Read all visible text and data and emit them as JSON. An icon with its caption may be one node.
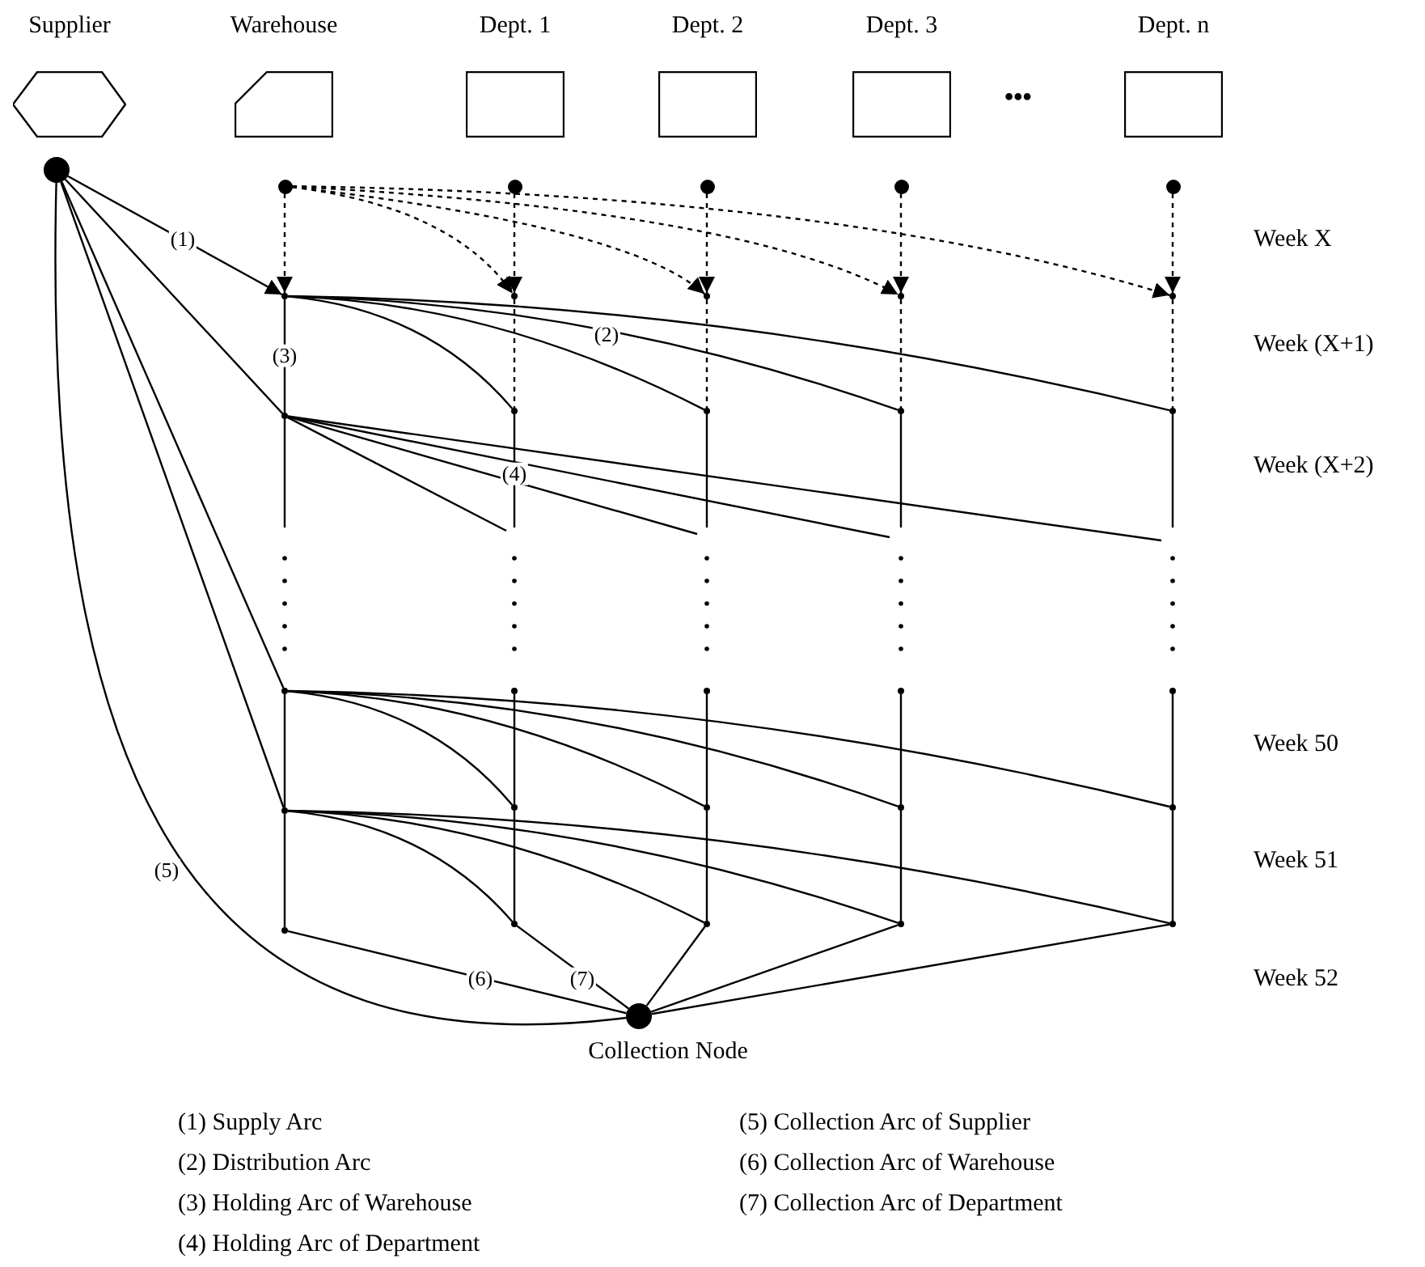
{
  "diagram": {
    "nodes": [
      {
        "text": [
          "Supplier"
        ]
      },
      {
        "text": [
          "Warehouse"
        ]
      },
      {
        "text": [
          "Dept. 1"
        ]
      },
      {
        "text": [
          "Dept. 2"
        ]
      },
      {
        "text": [
          "Dept. 3"
        ]
      },
      {
        "text": [
          "Dept. n"
        ]
      },
      {
        "text": [],
        "shape": "circle"
      },
      {
        "text": [],
        "shape": "circle"
      },
      {
        "text": [],
        "shape": "circle"
      },
      {
        "text": [],
        "shape": "circle"
      },
      {
        "text": [],
        "shape": "circle"
      },
      {
        "text": [],
        "shape": "circle"
      },
      {
        "text": [],
        "shape": "point"
      },
      {
        "text": [],
        "shape": "point"
      },
      {
        "text": [],
        "shape": "point"
      },
      {
        "text": [],
        "shape": "point"
      },
      {
        "text": [],
        "shape": "point"
      },
      {
        "text": [],
        "shape": "point"
      },
      {
        "text": [],
        "shape": "point"
      },
      {
        "text": [],
        "shape": "point"
      },
      {
        "text": [],
        "shape": "point"
      },
      {
        "text": [],
        "shape": "point"
      },
      {
        "text": [],
        "shape": "point"
      },
      {
        "text": [],
        "shape": "point"
      },
      {
        "text": [],
        "shape": "point"
      },
      {
        "text": [],
        "shape": "point"
      },
      {
        "text": [],
        "shape": "point"
      },
      {
        "text": [],
        "shape": "point"
      },
      {
        "text": [],
        "shape": "point"
      },
      {
        "text": [],
        "shape": "point"
      },
      {
        "text": [],
        "shape": "point"
      },
      {
        "text": [],
        "shape": "point"
      },
      {
        "text": [],
        "shape": "point"
      },
      {
        "text": [],
        "shape": "point"
      },
      {
        "text": [],
        "shape": "point"
      },
      {
        "text": [],
        "shape": "point"
      },
      {
        "text": [],
        "shape": "point"
      },
      {
        "text": [
          "Collection Node"
        ]
      }
    ],
    "edges": [
      {
        "from": 6,
        "to": 12,
        "arrow": "to",
        "label": "(1)"
      },
      {
        "from": 6,
        "to": 17,
        "arrow": "none"
      },
      {
        "from": 6,
        "to": 22,
        "arrow": "none"
      },
      {
        "from": 6,
        "to": 27,
        "arrow": "none"
      },
      {
        "from": 6,
        "to": 37,
        "arrow": "none",
        "label": "(5)"
      },
      {
        "from": 7,
        "to": 12,
        "arrow": "to",
        "style": "dashed"
      },
      {
        "from": 7,
        "to": 13,
        "arrow": "to",
        "style": "dashed"
      },
      {
        "from": 7,
        "to": 14,
        "arrow": "to",
        "style": "dashed"
      },
      {
        "from": 7,
        "to": 15,
        "arrow": "to",
        "style": "dashed"
      },
      {
        "from": 7,
        "to": 16,
        "arrow": "to",
        "style": "dashed"
      },
      {
        "from": 8,
        "to": 13,
        "arrow": "to",
        "style": "dashed"
      },
      {
        "from": 9,
        "to": 14,
        "arrow": "to",
        "style": "dashed"
      },
      {
        "from": 10,
        "to": 15,
        "arrow": "to",
        "style": "dashed"
      },
      {
        "from": 11,
        "to": 16,
        "arrow": "to",
        "style": "dashed"
      },
      {
        "from": 12,
        "to": 17,
        "arrow": "none",
        "label": "(3)"
      },
      {
        "from": 13,
        "to": 18,
        "arrow": "none",
        "style": "dashed"
      },
      {
        "from": 14,
        "to": 19,
        "arrow": "none",
        "style": "dashed"
      },
      {
        "from": 15,
        "to": 20,
        "arrow": "none",
        "style": "dashed"
      },
      {
        "from": 16,
        "to": 21,
        "arrow": "none",
        "style": "dashed"
      },
      {
        "from": 12,
        "to": 18,
        "arrow": "none"
      },
      {
        "from": 12,
        "to": 19,
        "arrow": "none"
      },
      {
        "from": 12,
        "to": 20,
        "arrow": "none",
        "label": "(2)"
      },
      {
        "from": 12,
        "to": 21,
        "arrow": "none"
      },
      {
        "from": 17,
        "to": null,
        "arrow": "none"
      },
      {
        "from": 18,
        "to": null,
        "arrow": "none",
        "label": "(4)"
      },
      {
        "from": 19,
        "to": null,
        "arrow": "none"
      },
      {
        "from": 20,
        "to": null,
        "arrow": "none"
      },
      {
        "from": 21,
        "to": null,
        "arrow": "none"
      },
      {
        "from": 17,
        "to": null,
        "arrow": "none"
      },
      {
        "from": 17,
        "to": null,
        "arrow": "none"
      },
      {
        "from": 17,
        "to": null,
        "arrow": "none"
      },
      {
        "from": 17,
        "to": null,
        "arrow": "none"
      },
      {
        "from": 22,
        "to": 27,
        "arrow": "none"
      },
      {
        "from": 23,
        "to": 28,
        "arrow": "none"
      },
      {
        "from": 24,
        "to": 29,
        "arrow": "none"
      },
      {
        "from": 25,
        "to": 30,
        "arrow": "none"
      },
      {
        "from": 26,
        "to": 31,
        "arrow": "none"
      },
      {
        "from": 22,
        "to": 28,
        "arrow": "none"
      },
      {
        "from": 22,
        "to": 29,
        "arrow": "none"
      },
      {
        "from": 22,
        "to": 30,
        "arrow": "none"
      },
      {
        "from": 22,
        "to": 31,
        "arrow": "none"
      },
      {
        "from": 27,
        "to": 32,
        "arrow": "none"
      },
      {
        "from": 28,
        "to": 33,
        "arrow": "none"
      },
      {
        "from": 29,
        "to": 34,
        "arrow": "none"
      },
      {
        "from": 30,
        "to": 35,
        "arrow": "none"
      },
      {
        "from": 31,
        "to": 36,
        "arrow": "none"
      },
      {
        "from": 27,
        "to": 33,
        "arrow": "none"
      },
      {
        "from": 27,
        "to": 34,
        "arrow": "none"
      },
      {
        "from": 27,
        "to": 35,
        "arrow": "none"
      },
      {
        "from": 27,
        "to": 36,
        "arrow": "none"
      },
      {
        "from": 32,
        "to": 37,
        "arrow": "none",
        "label": "(6)"
      },
      {
        "from": 33,
        "to": 37,
        "arrow": "none",
        "label": "(7)"
      },
      {
        "from": 34,
        "to": 37,
        "arrow": "none"
      },
      {
        "from": 35,
        "to": 37,
        "arrow": "none"
      },
      {
        "from": 36,
        "to": 37,
        "arrow": "none"
      }
    ],
    "labels": [
      "•••",
      "Week X",
      "Week (X+1)",
      "Week (X+2)",
      "Week 50",
      "Week 51",
      "Week 52",
      "(1) Supply Arc",
      "(5) Collection Arc of Supplier",
      "(2) Distribution Arc",
      "(6) Collection Arc of Warehouse",
      "(3) Holding Arc of Warehouse",
      "(7) Collection Arc of Department",
      "(4) Holding Arc of Department"
    ]
  }
}
